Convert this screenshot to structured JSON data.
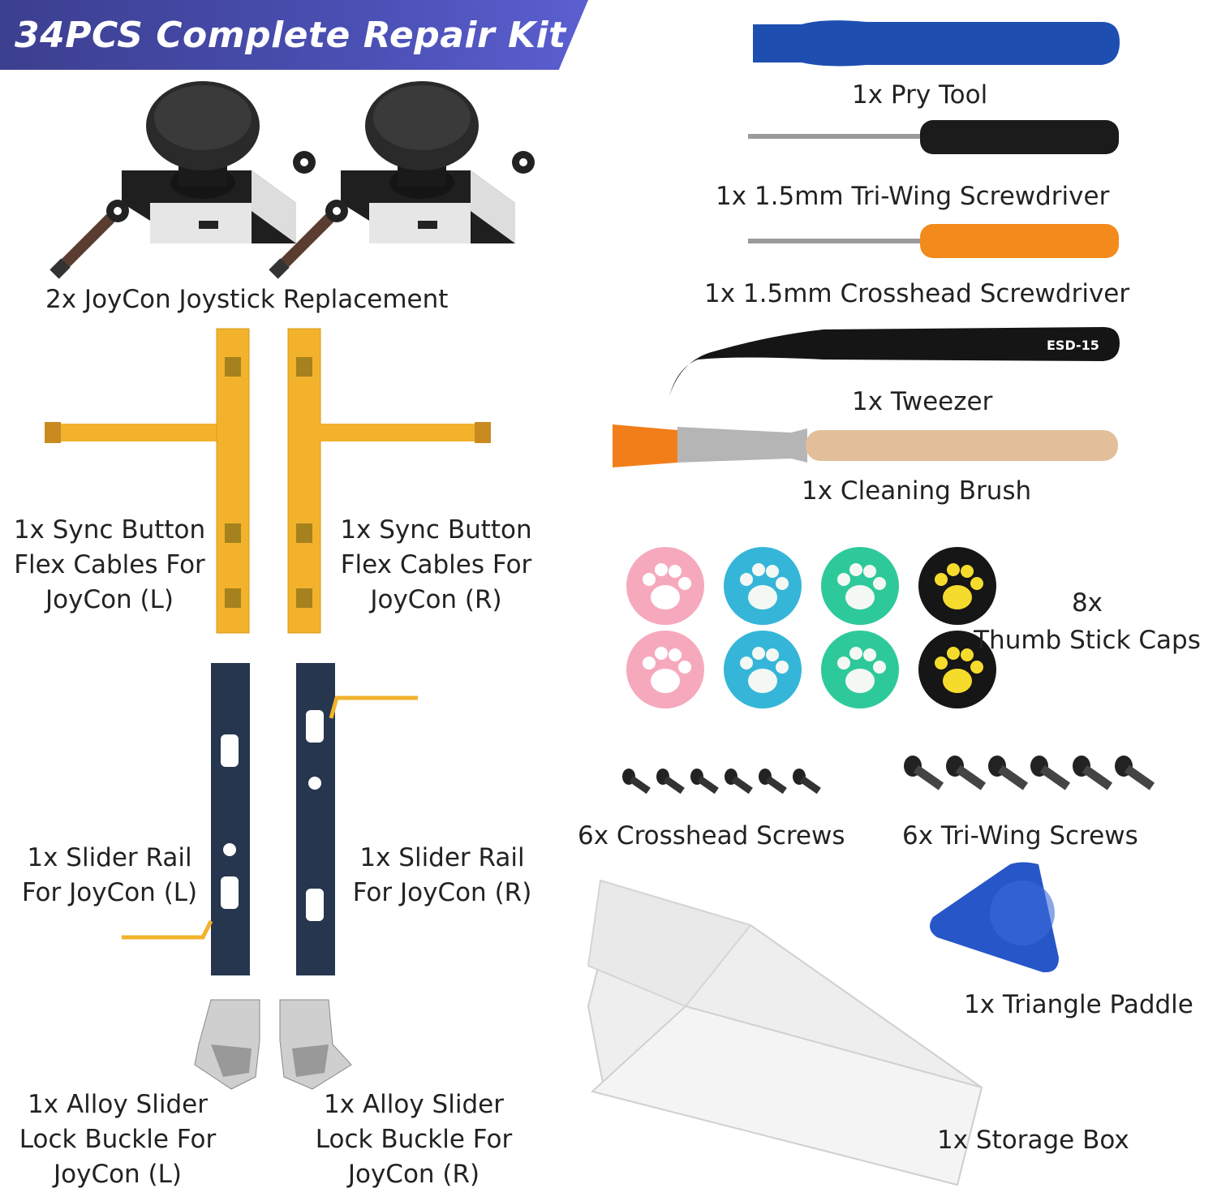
{
  "banner": {
    "title": "34PCS Complete Repair Kit"
  },
  "labels": {
    "joystick": "2x JoyCon Joystick Replacement",
    "sync_l": [
      "1x Sync Button",
      "Flex Cables For",
      "JoyCon (L)"
    ],
    "sync_r": [
      "1x Sync Button",
      "Flex Cables For",
      "JoyCon (R)"
    ],
    "rail_l": [
      "1x Slider Rail",
      "For JoyCon (L)"
    ],
    "rail_r": [
      "1x Slider Rail",
      "For JoyCon (R)"
    ],
    "buckle_l": [
      "1x Alloy Slider",
      "Lock Buckle For",
      "JoyCon (L)"
    ],
    "buckle_r": [
      "1x Alloy Slider",
      "Lock Buckle For",
      "JoyCon (R)"
    ],
    "pry_tool": "1x Pry Tool",
    "triwing_driver": "1x 1.5mm Tri-Wing Screwdriver",
    "crosshead_driver": "1x 1.5mm Crosshead Screwdriver",
    "tweezer": "1x Tweezer",
    "tweezer_mark": "ESD-15",
    "brush": "1x Cleaning Brush",
    "caps_count": "8x",
    "caps": "Thumb Stick Caps",
    "crosshead_screws": "6x Crosshead Screws",
    "triwing_screws": "6x Tri-Wing Screws",
    "paddle": "1x Triangle Paddle",
    "storage_box": "1x Storage Box"
  },
  "colors": {
    "banner": "#4a4fb3",
    "pry_tool": "#1e4fb0",
    "driver_black": "#1b1b1b",
    "driver_orange": "#f28a1c",
    "flex_cable": "#f2b22c",
    "rail": "#26364f",
    "cap_pink": "#f6a9bd",
    "cap_blue": "#35b6d8",
    "cap_green": "#2ec99a",
    "cap_black": "#161616",
    "paw_yellow": "#f5dc2c",
    "paddle": "#2756c8"
  },
  "icons": [
    "joystick-icon",
    "flex-cable-icon",
    "slider-rail-icon",
    "lock-buckle-icon",
    "pry-tool-icon",
    "screwdriver-icon",
    "tweezer-icon",
    "brush-icon",
    "thumb-cap-icon",
    "screw-icon",
    "triangle-paddle-icon",
    "storage-box-icon"
  ]
}
